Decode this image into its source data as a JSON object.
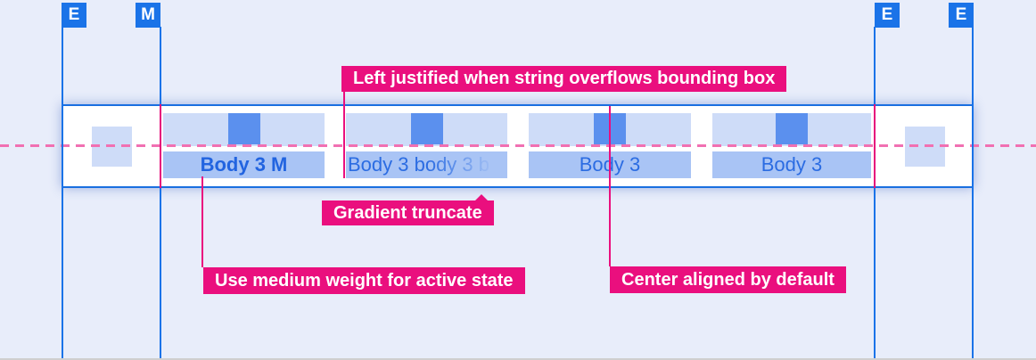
{
  "markers": [
    {
      "label": "E"
    },
    {
      "label": "M"
    },
    {
      "label": "E"
    },
    {
      "label": "E"
    }
  ],
  "tab_bar": {
    "tabs": [
      {
        "label": "Body 3 M",
        "state": "active",
        "align": "center"
      },
      {
        "label": "Body 3 body 3 b",
        "state": "default",
        "align": "left",
        "truncation": "gradient"
      },
      {
        "label": "Body 3",
        "state": "default",
        "align": "center"
      },
      {
        "label": "Body 3",
        "state": "default",
        "align": "center"
      }
    ]
  },
  "annotations": [
    {
      "id": "left-justified",
      "text": "Left justified when string overflows bounding box"
    },
    {
      "id": "gradient-truncate",
      "text": "Gradient truncate"
    },
    {
      "id": "medium-weight",
      "text": "Use medium weight for active state"
    },
    {
      "id": "center-aligned",
      "text": "Center aligned by default"
    }
  ],
  "colors": {
    "background": "#e8edfa",
    "guide_blue": "#1a73e8",
    "band_border_blue": "#1a6fe0",
    "tab_padding_fill": "#cedcf8",
    "tab_selected_fill": "#a9c4f5",
    "indicator_fill": "#5b90ee",
    "tab_text_blue": "#2b6ce2",
    "annotation_pink": "#ea0f7e",
    "margin_segment_pink": "#e60e7c",
    "baseline_dash_pink": "#f170b2",
    "band_background": "#ffffff"
  }
}
